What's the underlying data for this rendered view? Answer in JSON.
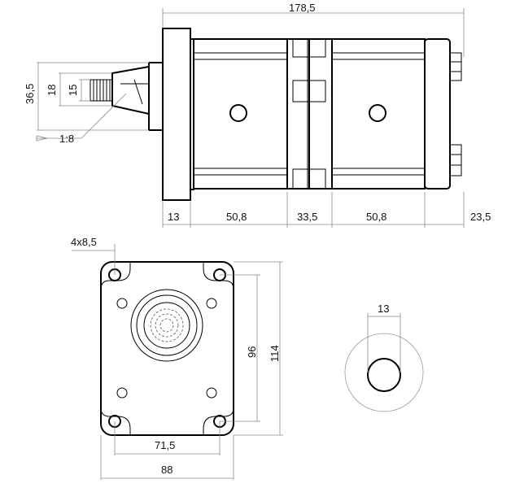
{
  "side_view": {
    "overall_length": "178,5",
    "flange_thickness": "13",
    "section_1_length": "50,8",
    "middle_section_length": "33,5",
    "section_2_length": "50,8",
    "rear_length": "23,5",
    "shaft_outer_dia": "36,5",
    "shaft_dia": "18",
    "shaft_inner_dia": "15",
    "taper": "1:8"
  },
  "front_view": {
    "holes": "4x8,5",
    "hole_spacing_v": "96",
    "flange_height": "114",
    "hole_spacing_h": "71,5",
    "flange_width": "88"
  },
  "port_view": {
    "port_dia": "13"
  }
}
